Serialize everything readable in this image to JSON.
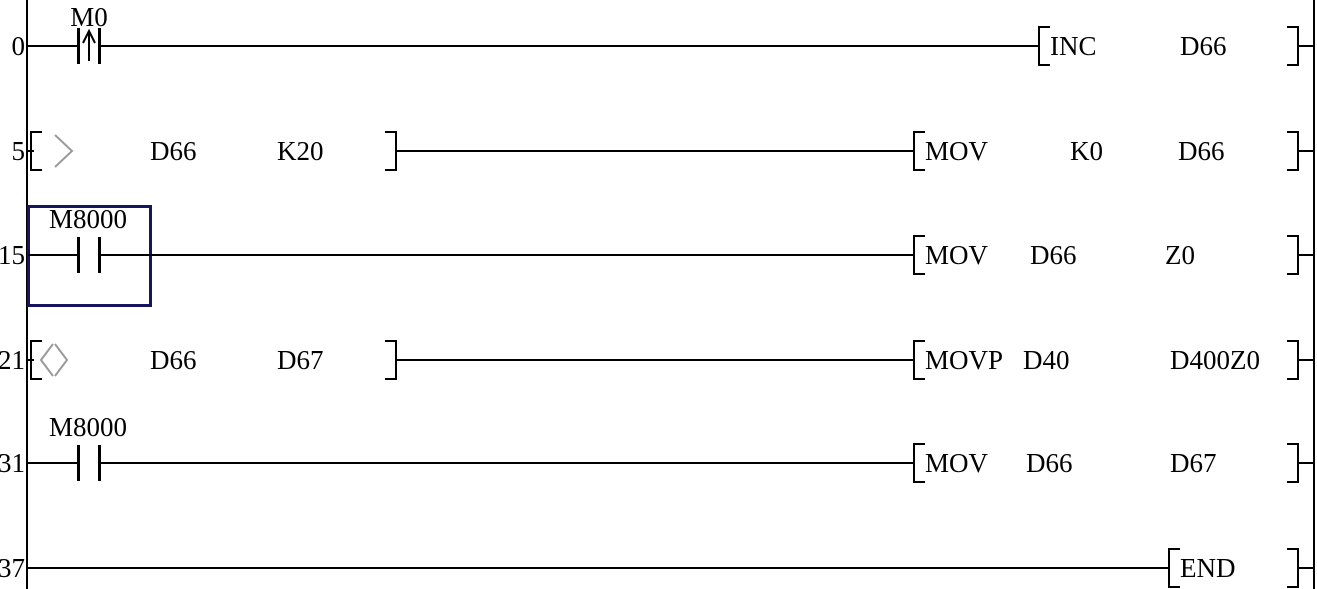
{
  "app": {
    "type": "plc-ladder-editor",
    "colors": {
      "background": "#ffffff",
      "line": "#000000",
      "selection_box": "#14145f",
      "compare_symbol": "#9a9a9a"
    }
  },
  "rungs": [
    {
      "step": "0",
      "contact": {
        "type": "rising-edge-pulse",
        "label": "M0"
      },
      "output": {
        "mnemonic": "INC",
        "operands": [
          "D66"
        ]
      }
    },
    {
      "step": "5",
      "compare": {
        "symbol": ">",
        "operands": [
          "D66",
          "K20"
        ]
      },
      "output": {
        "mnemonic": "MOV",
        "operands": [
          "K0",
          "D66"
        ]
      }
    },
    {
      "step": "15",
      "contact": {
        "type": "normally-open",
        "label": "M8000",
        "selected": true
      },
      "output": {
        "mnemonic": "MOV",
        "operands": [
          "D66",
          "Z0"
        ]
      }
    },
    {
      "step": "21",
      "compare": {
        "symbol": "<>",
        "operands": [
          "D66",
          "D67"
        ]
      },
      "output": {
        "mnemonic": "MOVP",
        "operands": [
          "D40",
          "D400Z0"
        ]
      }
    },
    {
      "step": "31",
      "contact": {
        "type": "normally-open",
        "label": "M8000"
      },
      "output": {
        "mnemonic": "MOV",
        "operands": [
          "D66",
          "D67"
        ]
      }
    },
    {
      "step": "37",
      "output": {
        "mnemonic": "END",
        "operands": []
      }
    }
  ]
}
